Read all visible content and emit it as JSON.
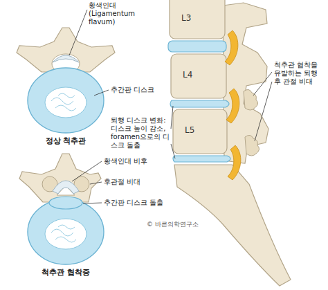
{
  "diagram": {
    "labels": [
      "황색인대 (Ligamentum flavum)",
      "추간판 디스크",
      "정상 척추관",
      "L3",
      "L4",
      "L5",
      "척추관 협착을 유발하는 퇴행 후 관절 비대",
      "퇴행 디스크 변화: 디스크 높이 감소, foramen으로의 디스크 돌출",
      "© 바른의학연구소",
      "황색인대 비후",
      "후관절 비대",
      "추간판 디스크 돌출",
      "척추관 협착증"
    ]
  }
}
